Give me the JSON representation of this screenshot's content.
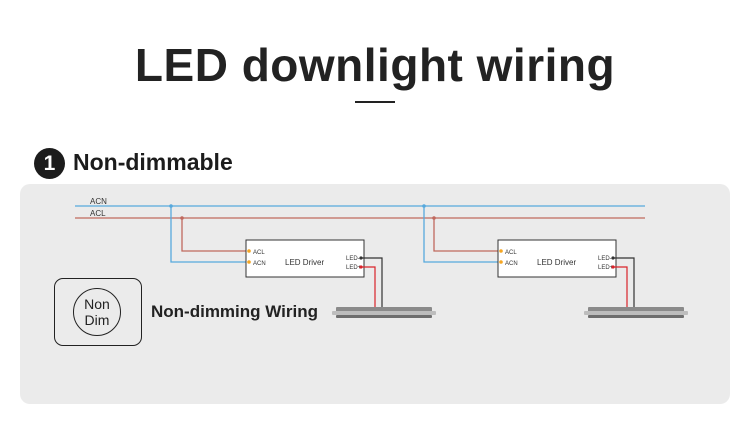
{
  "title": "LED downlight wiring",
  "section": {
    "number": "1",
    "title": "Non-dimmable"
  },
  "bus": {
    "acn_label": "ACN",
    "acl_label": "ACL",
    "acn_color": "#57a9dd",
    "acl_color": "#c0695e"
  },
  "drivers": [
    {
      "label": "LED Driver",
      "in_acl": "ACL",
      "in_acn": "ACN",
      "out_neg": "LED-",
      "out_pos": "LED+"
    },
    {
      "label": "LED Driver",
      "in_acl": "ACL",
      "in_acn": "ACN",
      "out_neg": "LED-",
      "out_pos": "LED+"
    }
  ],
  "nondim_icon": {
    "line1": "Non",
    "line2": "Dim"
  },
  "wiring_label": "Non-dimming Wiring",
  "colors": {
    "led_negative": "#333333",
    "led_positive": "#d9232a",
    "terminal": "#f5a623"
  }
}
